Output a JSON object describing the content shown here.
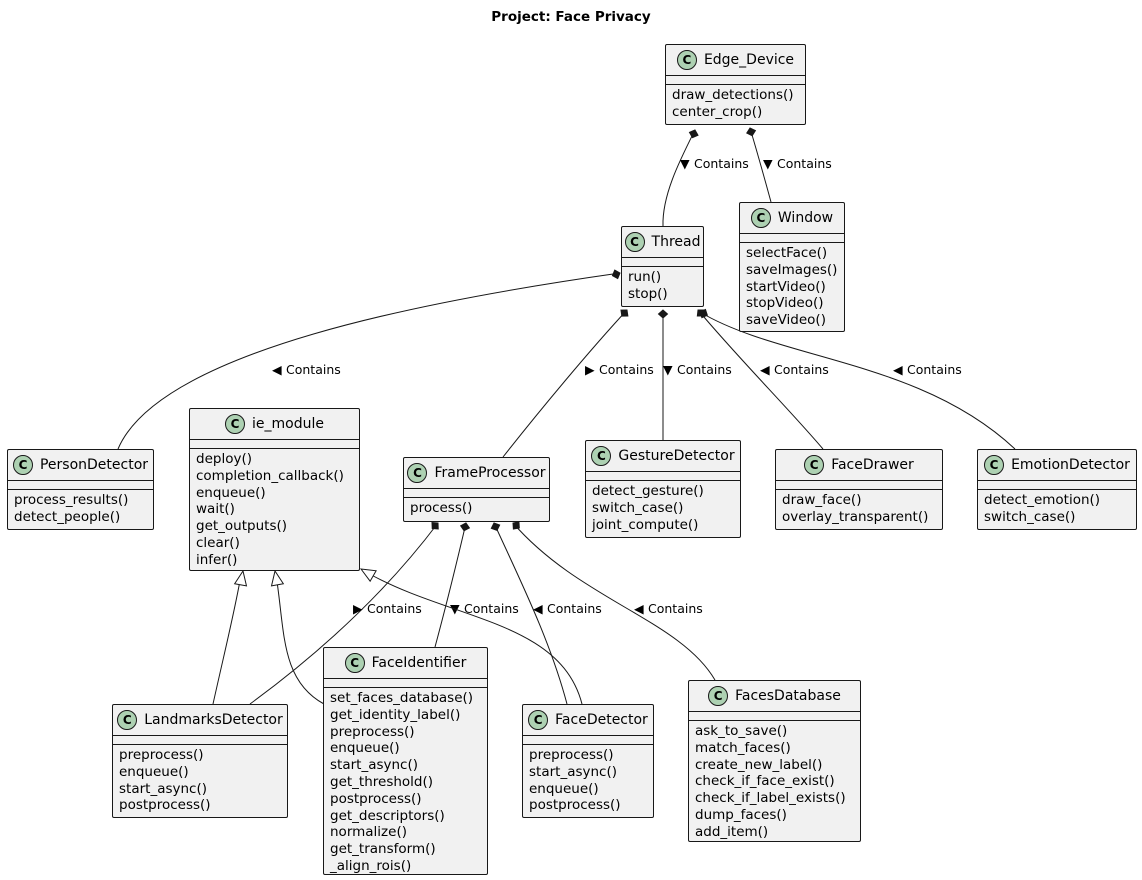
{
  "title": "Project: Face Privacy",
  "class_icon_letter": "C",
  "classes": {
    "edge_device": {
      "name": "Edge_Device",
      "methods": [
        "draw_detections()",
        "center_crop()"
      ]
    },
    "thread": {
      "name": "Thread",
      "methods": [
        "run()",
        "stop()"
      ]
    },
    "window": {
      "name": "Window",
      "methods": [
        "selectFace()",
        "saveImages()",
        "startVideo()",
        "stopVideo()",
        "saveVideo()"
      ]
    },
    "person_detector": {
      "name": "PersonDetector",
      "methods": [
        "process_results()",
        "detect_people()"
      ]
    },
    "ie_module": {
      "name": "ie_module",
      "methods": [
        "deploy()",
        "completion_callback()",
        "enqueue()",
        "wait()",
        "get_outputs()",
        "clear()",
        "infer()"
      ]
    },
    "frame_processor": {
      "name": "FrameProcessor",
      "methods": [
        "process()"
      ]
    },
    "gesture_detector": {
      "name": "GestureDetector",
      "methods": [
        "detect_gesture()",
        "switch_case()",
        "joint_compute()"
      ]
    },
    "face_drawer": {
      "name": "FaceDrawer",
      "methods": [
        "draw_face()",
        "overlay_transparent()"
      ]
    },
    "emotion_detector": {
      "name": "EmotionDetector",
      "methods": [
        "detect_emotion()",
        "switch_case()"
      ]
    },
    "landmarks_detector": {
      "name": "LandmarksDetector",
      "methods": [
        "preprocess()",
        "enqueue()",
        "start_async()",
        "postprocess()"
      ]
    },
    "face_identifier": {
      "name": "FaceIdentifier",
      "methods": [
        "set_faces_database()",
        "get_identity_label()",
        "preprocess()",
        "enqueue()",
        "start_async()",
        "get_threshold()",
        "postprocess()",
        "get_descriptors()",
        "normalize()",
        "get_transform()",
        "_align_rois()"
      ]
    },
    "face_detector": {
      "name": "FaceDetector",
      "methods": [
        "preprocess()",
        "start_async()",
        "enqueue()",
        "postprocess()"
      ]
    },
    "faces_database": {
      "name": "FacesDatabase",
      "methods": [
        "ask_to_save()",
        "match_faces()",
        "create_new_label()",
        "check_if_face_exist()",
        "check_if_label_exists()",
        "dump_faces()",
        "add_item()"
      ]
    }
  },
  "relations": [
    {
      "from": "Edge_Device",
      "to": "Thread",
      "type": "composition",
      "label": "Contains",
      "arrow": "▼"
    },
    {
      "from": "Edge_Device",
      "to": "Window",
      "type": "composition",
      "label": "Contains",
      "arrow": "▼"
    },
    {
      "from": "Thread",
      "to": "PersonDetector",
      "type": "composition",
      "label": "Contains",
      "arrow": "◀"
    },
    {
      "from": "Thread",
      "to": "FrameProcessor",
      "type": "composition",
      "label": "Contains",
      "arrow": "▶"
    },
    {
      "from": "Thread",
      "to": "GestureDetector",
      "type": "composition",
      "label": "Contains",
      "arrow": "▼"
    },
    {
      "from": "Thread",
      "to": "FaceDrawer",
      "type": "composition",
      "label": "Contains",
      "arrow": "◀"
    },
    {
      "from": "Thread",
      "to": "EmotionDetector",
      "type": "composition",
      "label": "Contains",
      "arrow": "◀"
    },
    {
      "from": "FrameProcessor",
      "to": "LandmarksDetector",
      "type": "composition",
      "label": "Contains",
      "arrow": "▶"
    },
    {
      "from": "FrameProcessor",
      "to": "FaceIdentifier",
      "type": "composition",
      "label": "Contains",
      "arrow": "▼"
    },
    {
      "from": "FrameProcessor",
      "to": "FaceDetector",
      "type": "composition",
      "label": "Contains",
      "arrow": "◀"
    },
    {
      "from": "FrameProcessor",
      "to": "FacesDatabase",
      "type": "composition",
      "label": "Contains",
      "arrow": "◀"
    },
    {
      "from": "LandmarksDetector",
      "to": "ie_module",
      "type": "inheritance"
    },
    {
      "from": "FaceIdentifier",
      "to": "ie_module",
      "type": "inheritance"
    },
    {
      "from": "FaceDetector",
      "to": "ie_module",
      "type": "inheritance"
    }
  ]
}
